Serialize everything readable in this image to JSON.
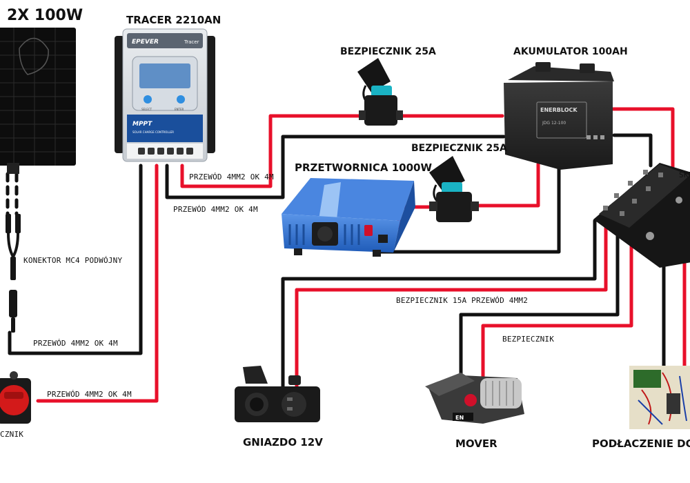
{
  "labels": {
    "panel": "2X 100W",
    "controller": "TRACER 2210AN",
    "fuse_top": "BEZPIECZNIK 25A",
    "battery": "AKUMULATOR 100AH",
    "fuse_mid": "BEZPIECZNIK 25A",
    "inverter": "PRZETWORNICA 1000W",
    "wire_ctrl_red": "PRZEWÓD 4MM2 OK 4M",
    "wire_ctrl_black": "PRZEWÓD 4MM2 OK 4M",
    "mc4": "KONEKTOR MC4 PODWÓJNY",
    "wire_panel_black": "PRZEWÓD 4MM2 OK 4M",
    "wire_panel_red": "PRZEWÓD 4MM2 OK 4M",
    "switch": "CZNIK",
    "fuse_15a": "BEZPIECZNIK 15A PRZEWÓD 4MM2",
    "fuse_mover": "BEZPIECZNIK",
    "socket": "GNIAZDO 12V",
    "mover": "MOVER",
    "electric": "PODŁACZENIE DO E",
    "fusebox": "SKR"
  },
  "device_text": {
    "controller_brand": "EPEVER",
    "controller_model": "Tracer",
    "controller_mppt": "MPPT",
    "controller_sub": "SOLAR CHARGE CONTROLLER",
    "controller_btn_left": "SELECT",
    "controller_btn_right": "ENTER",
    "battery_brand": "ENERBLOCK",
    "battery_model": "JDG 12-100",
    "mover_badge": "EN"
  },
  "colors": {
    "wire_red": "#e8102a",
    "wire_black": "#111111",
    "inverter_blue": "#2f6fd0",
    "controller_blue": "#1a4f9c"
  }
}
